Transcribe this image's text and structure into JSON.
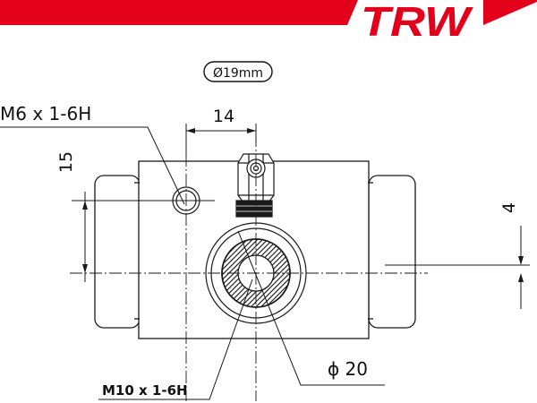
{
  "brand": {
    "logo": "TRW",
    "accent_color": "#e3001b"
  },
  "drawing": {
    "bore_badge": "Ø19mm",
    "thread_small": "M6 x 1-6H",
    "thread_large": "M10 x 1-6H",
    "dim_horizontal": "14",
    "dim_vertical_left": "15",
    "dim_vertical_right": "4",
    "dim_diameter": "ϕ 20",
    "line_color": "#1a1a1a"
  }
}
